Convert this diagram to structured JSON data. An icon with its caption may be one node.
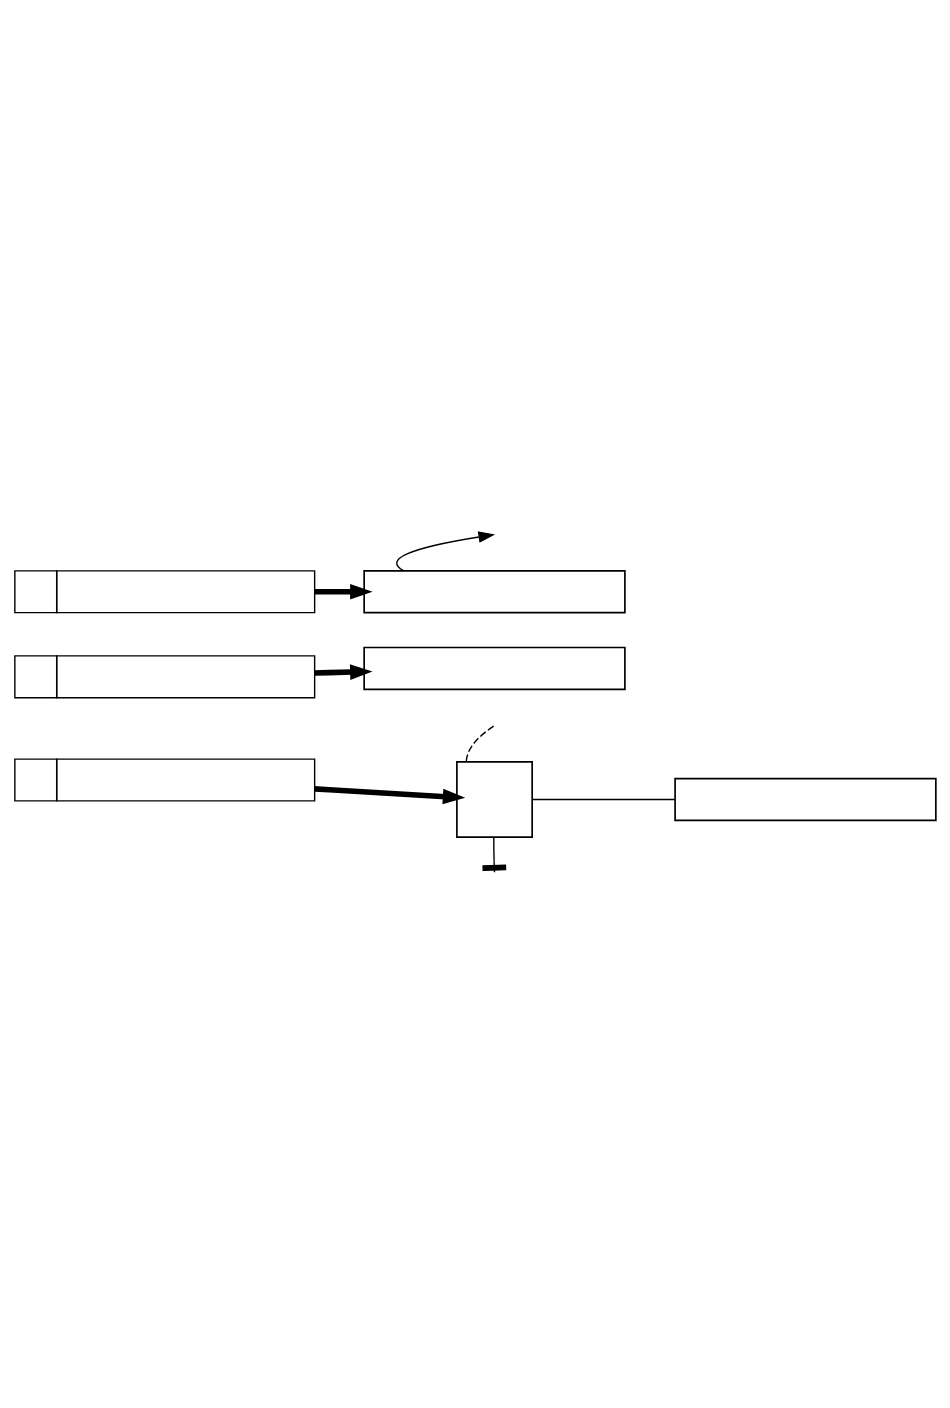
{
  "diagram": {
    "nodes": [
      {
        "text": [],
        "shape": "box"
      },
      {
        "text": [],
        "shape": "box"
      },
      {
        "text": [],
        "shape": "box"
      },
      {
        "text": [],
        "shape": "box"
      },
      {
        "text": [],
        "shape": "box"
      },
      {
        "text": [],
        "shape": "box"
      },
      {
        "text": [],
        "shape": "box"
      }
    ],
    "edges": [
      {
        "from": 1,
        "to": null,
        "arrow": "to"
      },
      {
        "from": 0,
        "to": 1,
        "arrow": "to",
        "style": "thick"
      },
      {
        "from": 2,
        "to": 3,
        "arrow": "to",
        "style": "thick"
      },
      {
        "from": null,
        "to": 5,
        "arrow": "none",
        "style": "dashed"
      },
      {
        "from": 4,
        "to": 5,
        "arrow": "to",
        "style": "thick"
      },
      {
        "from": 5,
        "to": 6,
        "arrow": "none"
      },
      {
        "from": 5,
        "to": null,
        "arrow": "other"
      }
    ]
  }
}
